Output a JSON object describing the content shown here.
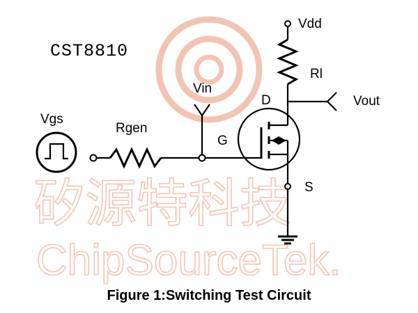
{
  "part_number": "CST8810",
  "caption": "Figure 1:Switching Test Circuit",
  "labels": {
    "vdd": "Vdd",
    "rl": "Rl",
    "vout": "Vout",
    "vin": "Vin",
    "drain": "D",
    "gate": "G",
    "source": "S",
    "vgs": "Vgs",
    "rgen": "Rgen"
  },
  "watermark": {
    "chinese": "矽源特科技",
    "english": "ChipSourceTek."
  },
  "colors": {
    "wire": "#000000",
    "watermark": "#f3c4b4"
  }
}
